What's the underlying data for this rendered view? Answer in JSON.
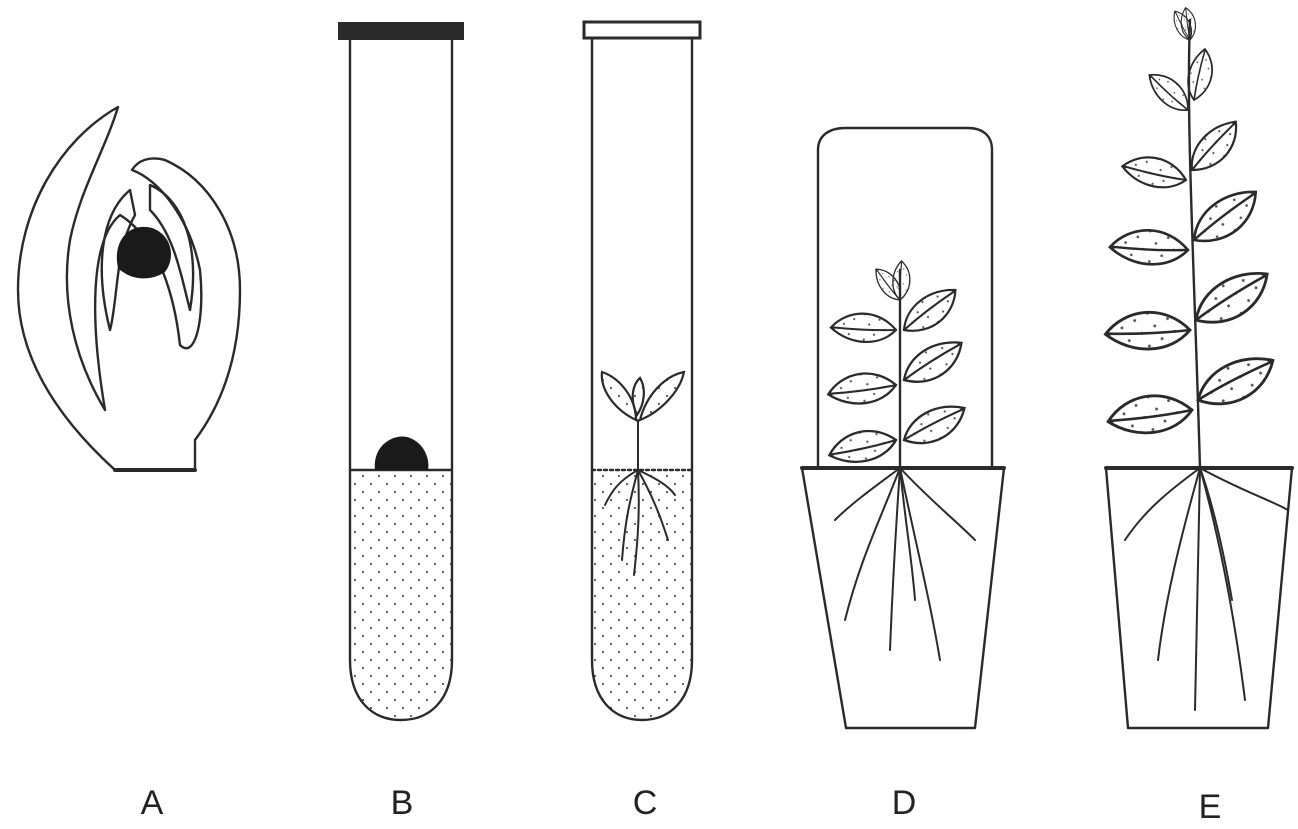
{
  "panels": [
    {
      "id": "A",
      "label": "A"
    },
    {
      "id": "B",
      "label": "B"
    },
    {
      "id": "C",
      "label": "C"
    },
    {
      "id": "D",
      "label": "D"
    },
    {
      "id": "E",
      "label": "E"
    }
  ],
  "colors": {
    "ink": "#2a2a2a",
    "background": "#ffffff"
  }
}
